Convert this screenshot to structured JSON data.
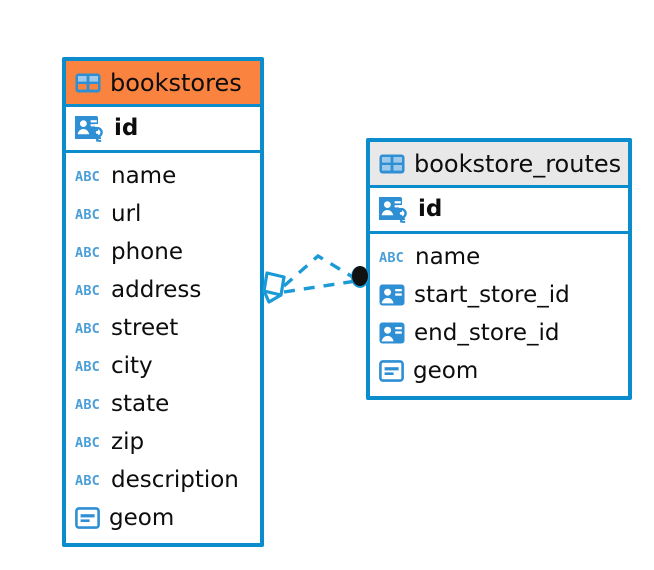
{
  "diagram": {
    "type": "entity-relationship-diagram",
    "background_color": "#ffffff",
    "accent_color": "#0b8ccd",
    "highlight_color": "#f9833f",
    "header_gray": "#e8e8e8",
    "entities": [
      {
        "name": "bookstores",
        "header_color": "#f9833f",
        "primary_key": {
          "name": "id",
          "icon": "primary-key-icon"
        },
        "fields": [
          {
            "name": "name",
            "icon": "abc-text-icon"
          },
          {
            "name": "url",
            "icon": "abc-text-icon"
          },
          {
            "name": "phone",
            "icon": "abc-text-icon"
          },
          {
            "name": "address",
            "icon": "abc-text-icon"
          },
          {
            "name": "street",
            "icon": "abc-text-icon"
          },
          {
            "name": "city",
            "icon": "abc-text-icon"
          },
          {
            "name": "state",
            "icon": "abc-text-icon"
          },
          {
            "name": "zip",
            "icon": "abc-text-icon"
          },
          {
            "name": "description",
            "icon": "abc-text-icon"
          },
          {
            "name": "geom",
            "icon": "geometry-icon"
          }
        ]
      },
      {
        "name": "bookstore_routes",
        "header_color": "#e8e8e8",
        "primary_key": {
          "name": "id",
          "icon": "primary-key-icon"
        },
        "fields": [
          {
            "name": "name",
            "icon": "abc-text-icon"
          },
          {
            "name": "start_store_id",
            "icon": "foreign-key-icon"
          },
          {
            "name": "end_store_id",
            "icon": "foreign-key-icon"
          },
          {
            "name": "geom",
            "icon": "geometry-icon"
          }
        ]
      }
    ],
    "relationships": [
      {
        "from": "bookstores",
        "to": "bookstore_routes",
        "source_marker": "diamond-optional-marker",
        "target_marker": "filled-circle-marker",
        "line_style": "dashed",
        "line_color": "#1a9ad6"
      },
      {
        "from": "bookstores",
        "to": "bookstore_routes",
        "source_marker": "diamond-optional-marker",
        "target_marker": "filled-circle-marker",
        "line_style": "dashed",
        "line_color": "#1a9ad6"
      }
    ]
  },
  "icon_names": {
    "table": "table-icon",
    "primary_key": "primary-key-icon",
    "foreign_key": "foreign-key-icon",
    "text": "abc-text-icon",
    "geometry": "geometry-icon"
  }
}
